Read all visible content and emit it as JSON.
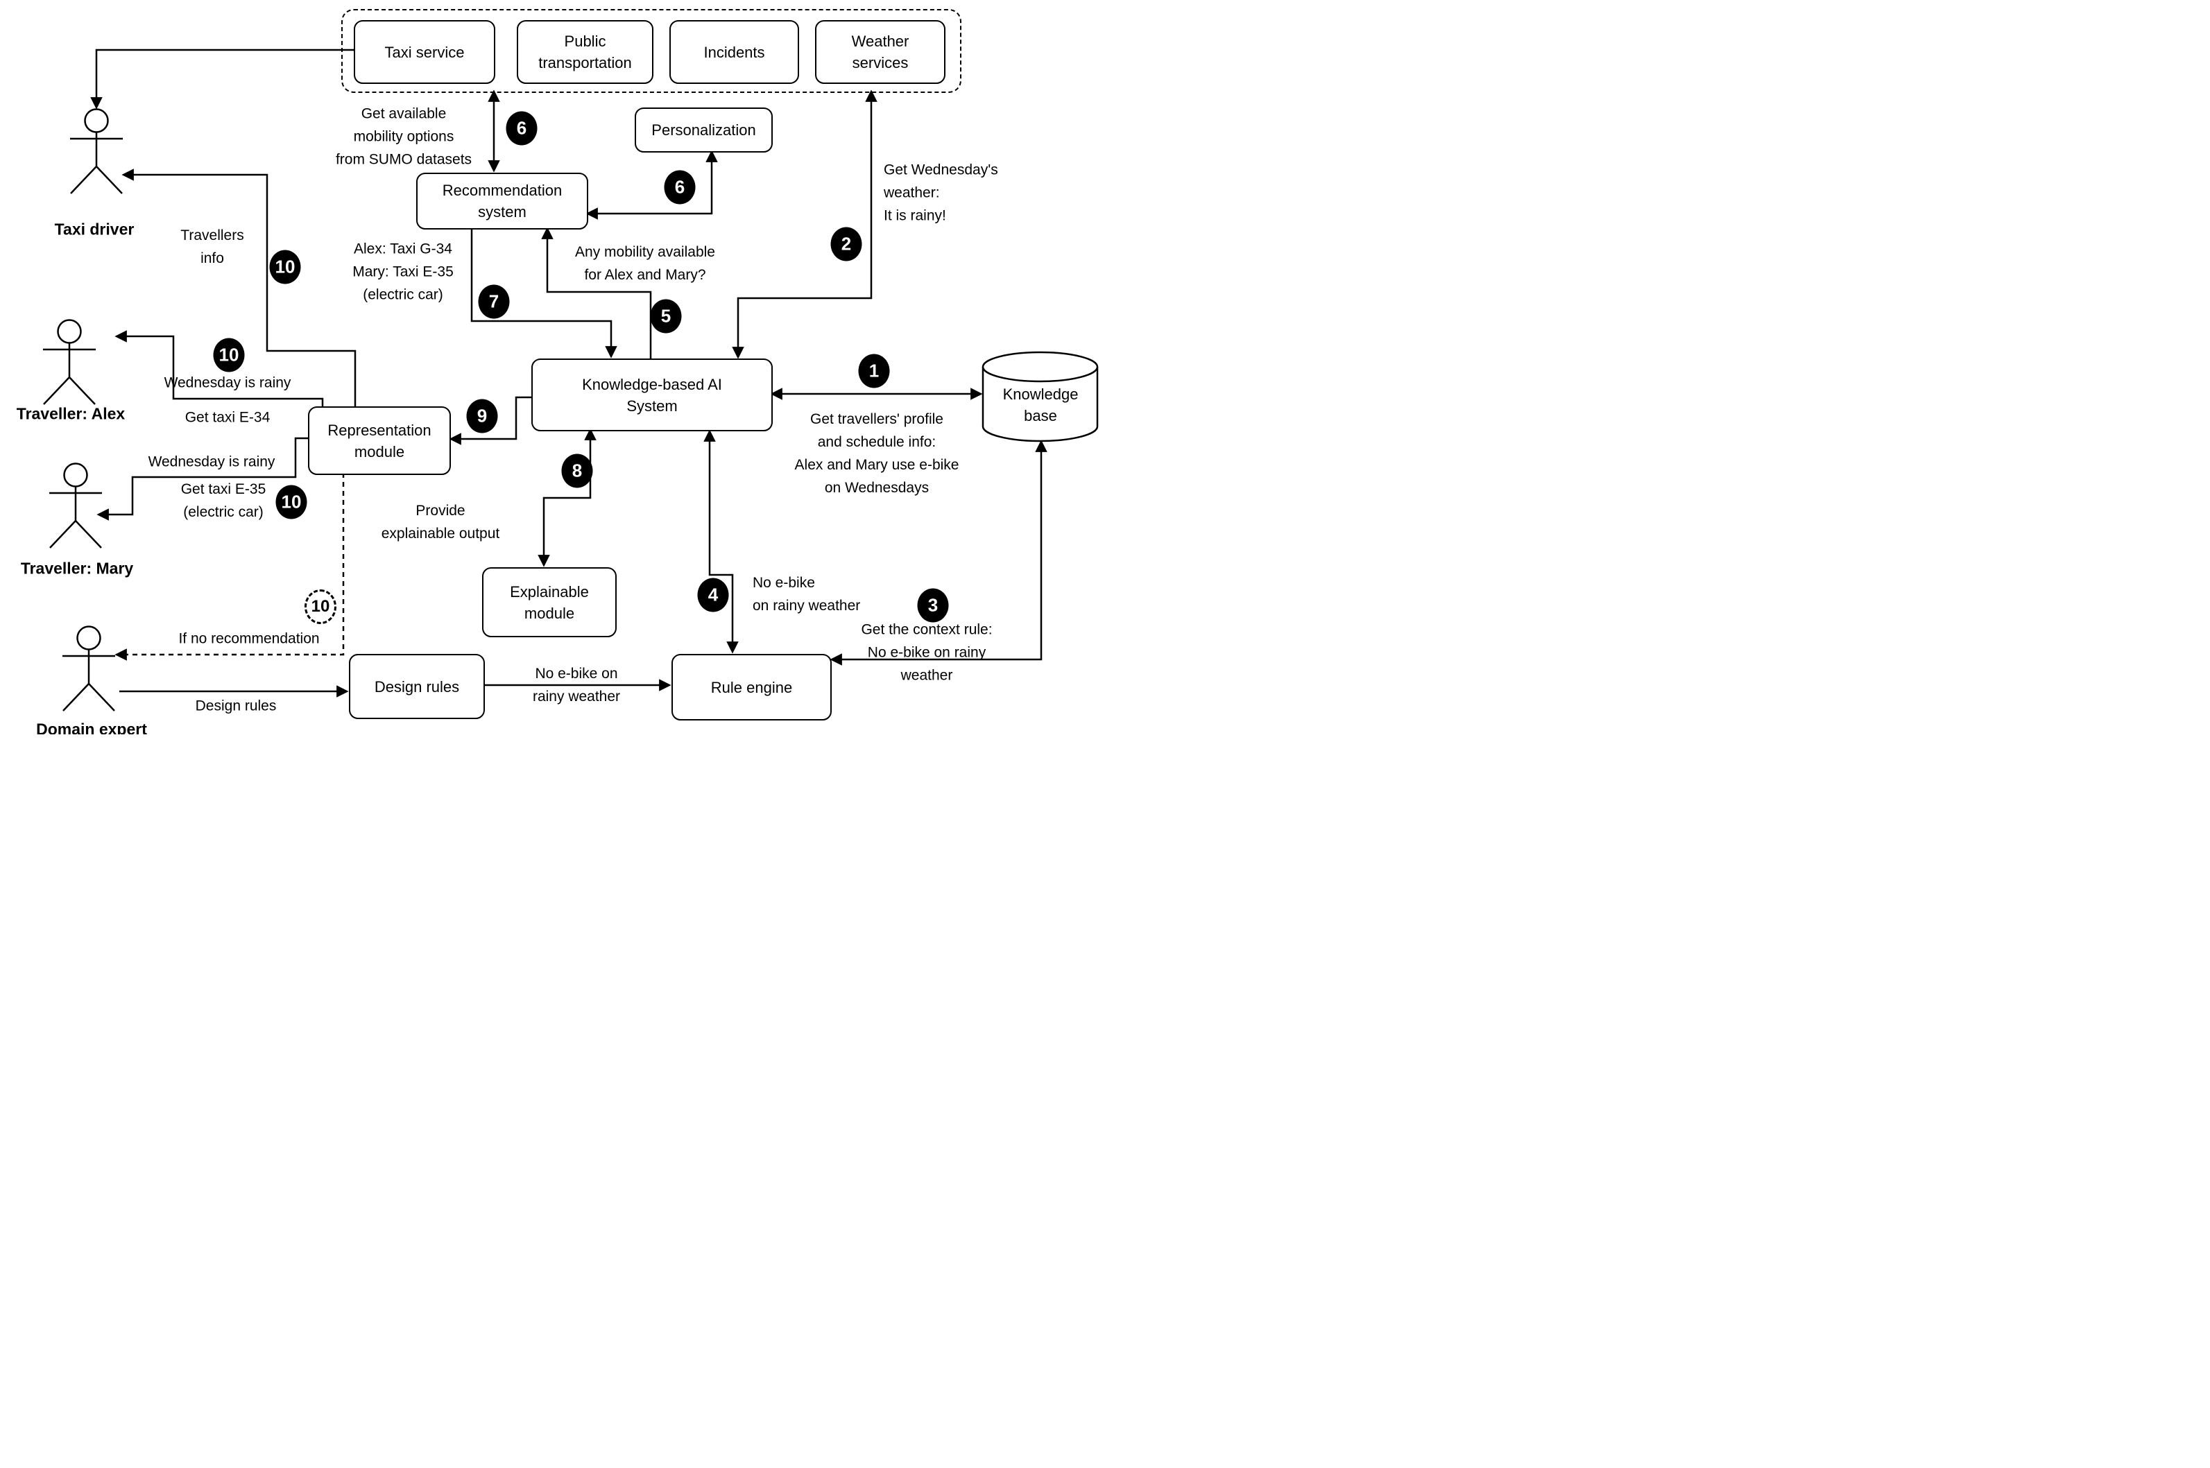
{
  "nodes": {
    "taxi_service": "Taxi service",
    "public_transportation": "Public\ntransportation",
    "incidents": "Incidents",
    "weather_services": "Weather\nservices",
    "personalization": "Personalization",
    "recommendation_system": "Recommendation\nsystem",
    "knowledge_ai": "Knowledge-based AI\nSystem",
    "knowledge_base": "Knowledge\nbase",
    "representation_module": "Representation\nmodule",
    "explainable_module": "Explainable\nmodule",
    "design_rules": "Design rules",
    "rule_engine": "Rule engine"
  },
  "actors": {
    "taxi_driver": "Taxi driver",
    "alex": "Traveller: Alex",
    "mary": "Traveller: Mary",
    "domain_expert": "Domain expert"
  },
  "edge_labels": {
    "get_available": "Get available\nmobility options\nfrom SUMO datasets",
    "get_weather": "Get Wednesday's\nweather:\nIt is rainy!",
    "travellers_info": "Travellers\ninfo",
    "taxi_assignment": "Alex: Taxi G-34\nMary: Taxi E-35\n(electric car)",
    "any_mobility": "Any mobility available\nfor Alex and Mary?",
    "get_profile": "Get travellers' profile\nand schedule info:\nAlex and Mary use e-bike\non Wednesdays",
    "wednesday_rainy_alex": "Wednesday is rainy",
    "get_taxi_e34": "Get taxi E-34",
    "wednesday_rainy_mary": "Wednesday is rainy",
    "get_taxi_e35": "Get taxi E-35\n(electric car)",
    "provide_explainable": "Provide\nexplainable output",
    "no_ebike_rainy": "No e-bike\non rainy weather",
    "get_context_rule": "Get the context rule:\nNo e-bike on rainy\nweather",
    "no_ebike_design": "No e-bike on\nrainy weather",
    "if_no_recommendation": "If no recommendation",
    "design_rules_edge": "Design rules"
  },
  "steps": {
    "s1": "1",
    "s2": "2",
    "s3": "3",
    "s4": "4",
    "s5": "5",
    "s6": "6",
    "s7": "7",
    "s8": "8",
    "s9": "9",
    "s10": "10"
  },
  "colors": {
    "line": "#000000",
    "background": "#ffffff",
    "badge_fill": "#000000",
    "badge_text": "#ffffff"
  }
}
